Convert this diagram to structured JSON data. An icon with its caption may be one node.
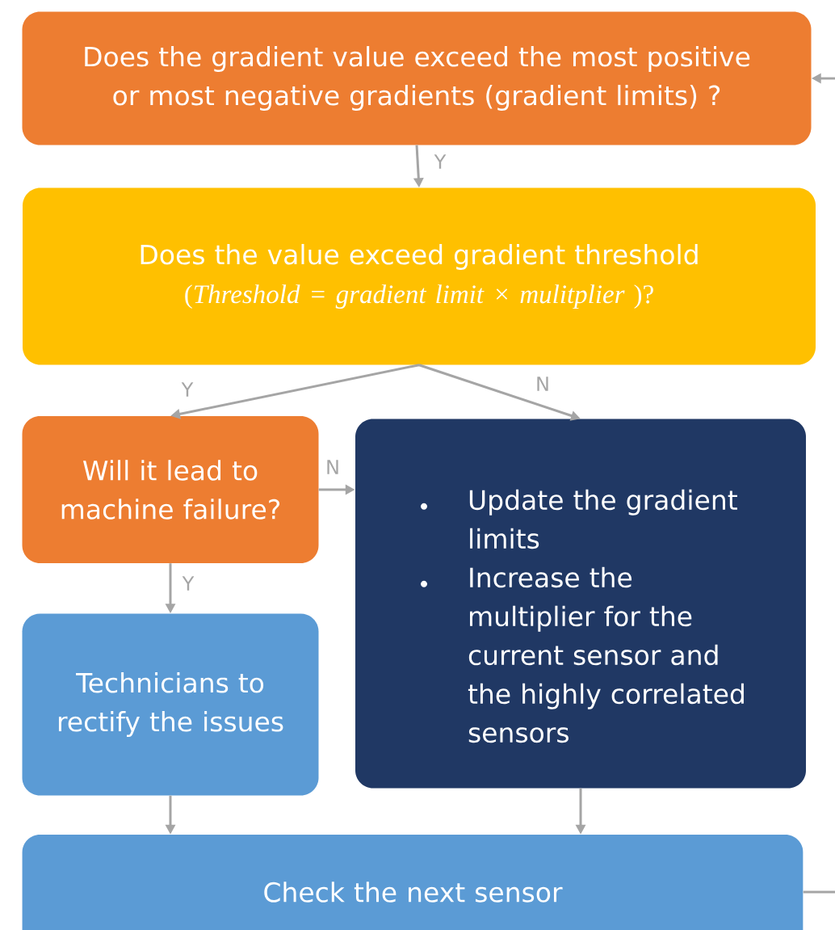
{
  "diagram": {
    "nodes": [
      {
        "text": [
          "Does the gradient value exceed the most positive or most negative gradients (gradient limits) ?"
        ]
      },
      {
        "text": [
          "Does the value exceed gradient threshold",
          "(*Threshold = gradient limit × mulitplier* )?"
        ]
      },
      {
        "text": [
          "Will it lead to machine failure?"
        ]
      },
      {
        "text": [
          "Update the gradient limits",
          "Increase the multiplier for the current sensor and the highly correlated sensors"
        ]
      },
      {
        "text": [
          "Technicians to rectify the issues"
        ]
      },
      {
        "text": [
          "Check the next sensor"
        ]
      }
    ],
    "edges": [
      {
        "from": null,
        "to": 0,
        "arrow": "to"
      },
      {
        "from": 0,
        "to": 1,
        "arrow": "to",
        "label": "Y"
      },
      {
        "from": 1,
        "to": 2,
        "arrow": "to",
        "label": "Y"
      },
      {
        "from": 1,
        "to": 3,
        "arrow": "to",
        "label": "N"
      },
      {
        "from": 2,
        "to": 3,
        "arrow": "to",
        "label": "N"
      },
      {
        "from": 2,
        "to": 4,
        "arrow": "to",
        "label": "Y"
      },
      {
        "from": 4,
        "to": 5,
        "arrow": "to"
      },
      {
        "from": 3,
        "to": 5,
        "arrow": "to"
      },
      {
        "from": 5,
        "to": null,
        "arrow": "none"
      }
    ]
  }
}
